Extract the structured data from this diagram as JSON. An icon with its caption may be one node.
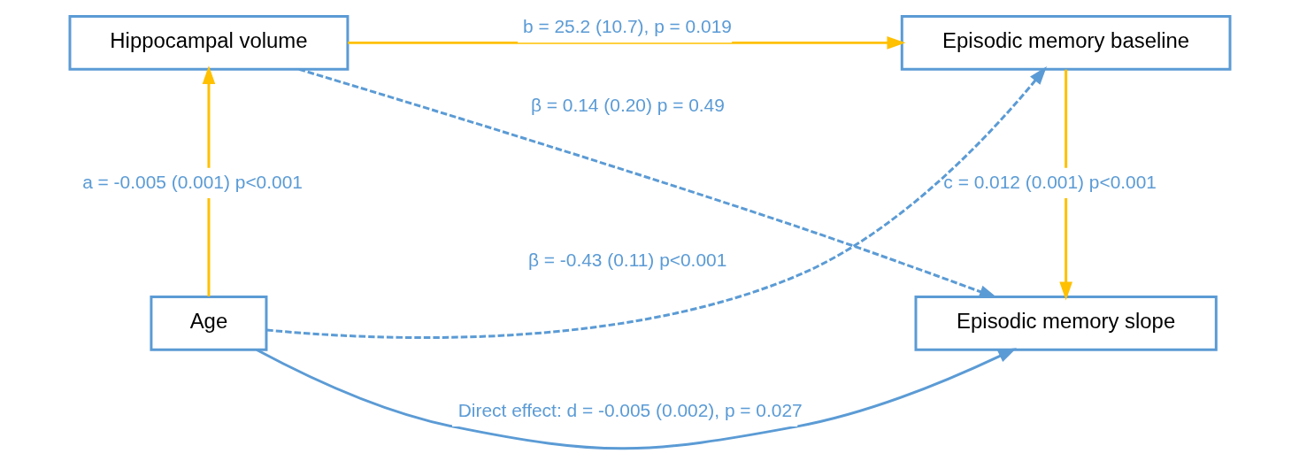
{
  "diagram": {
    "nodes": [
      {
        "text": [
          "Hippocampal volume"
        ]
      },
      {
        "text": [
          "Episodic memory baseline"
        ]
      },
      {
        "text": [
          "Age"
        ]
      },
      {
        "text": [
          "Episodic memory slope"
        ]
      }
    ],
    "edges": [
      {
        "from": 2,
        "to": 0,
        "arrow": "to",
        "color": "#ffc000",
        "label": "a = -0.005 (0.001) p<0.001"
      },
      {
        "from": 0,
        "to": 1,
        "arrow": "to",
        "color": "#ffc000",
        "label": "b = 25.2 (10.7), p = 0.019"
      },
      {
        "from": 1,
        "to": 3,
        "arrow": "to",
        "color": "#ffc000",
        "label": "c = 0.012 (0.001) p<0.001"
      },
      {
        "from": 2,
        "to": 1,
        "arrow": "to",
        "style": "dashed",
        "color": "#5b9bd5",
        "label": "β = -0.43 (0.11) p<0.001"
      },
      {
        "from": 0,
        "to": 3,
        "arrow": "to",
        "style": "dashed",
        "color": "#5b9bd5",
        "label": "β = 0.14 (0.20) p = 0.49"
      },
      {
        "from": 2,
        "to": 3,
        "arrow": "to",
        "color": "#5b9bd5",
        "label": "Direct effect: d = -0.005 (0.002), p = 0.027"
      }
    ]
  }
}
